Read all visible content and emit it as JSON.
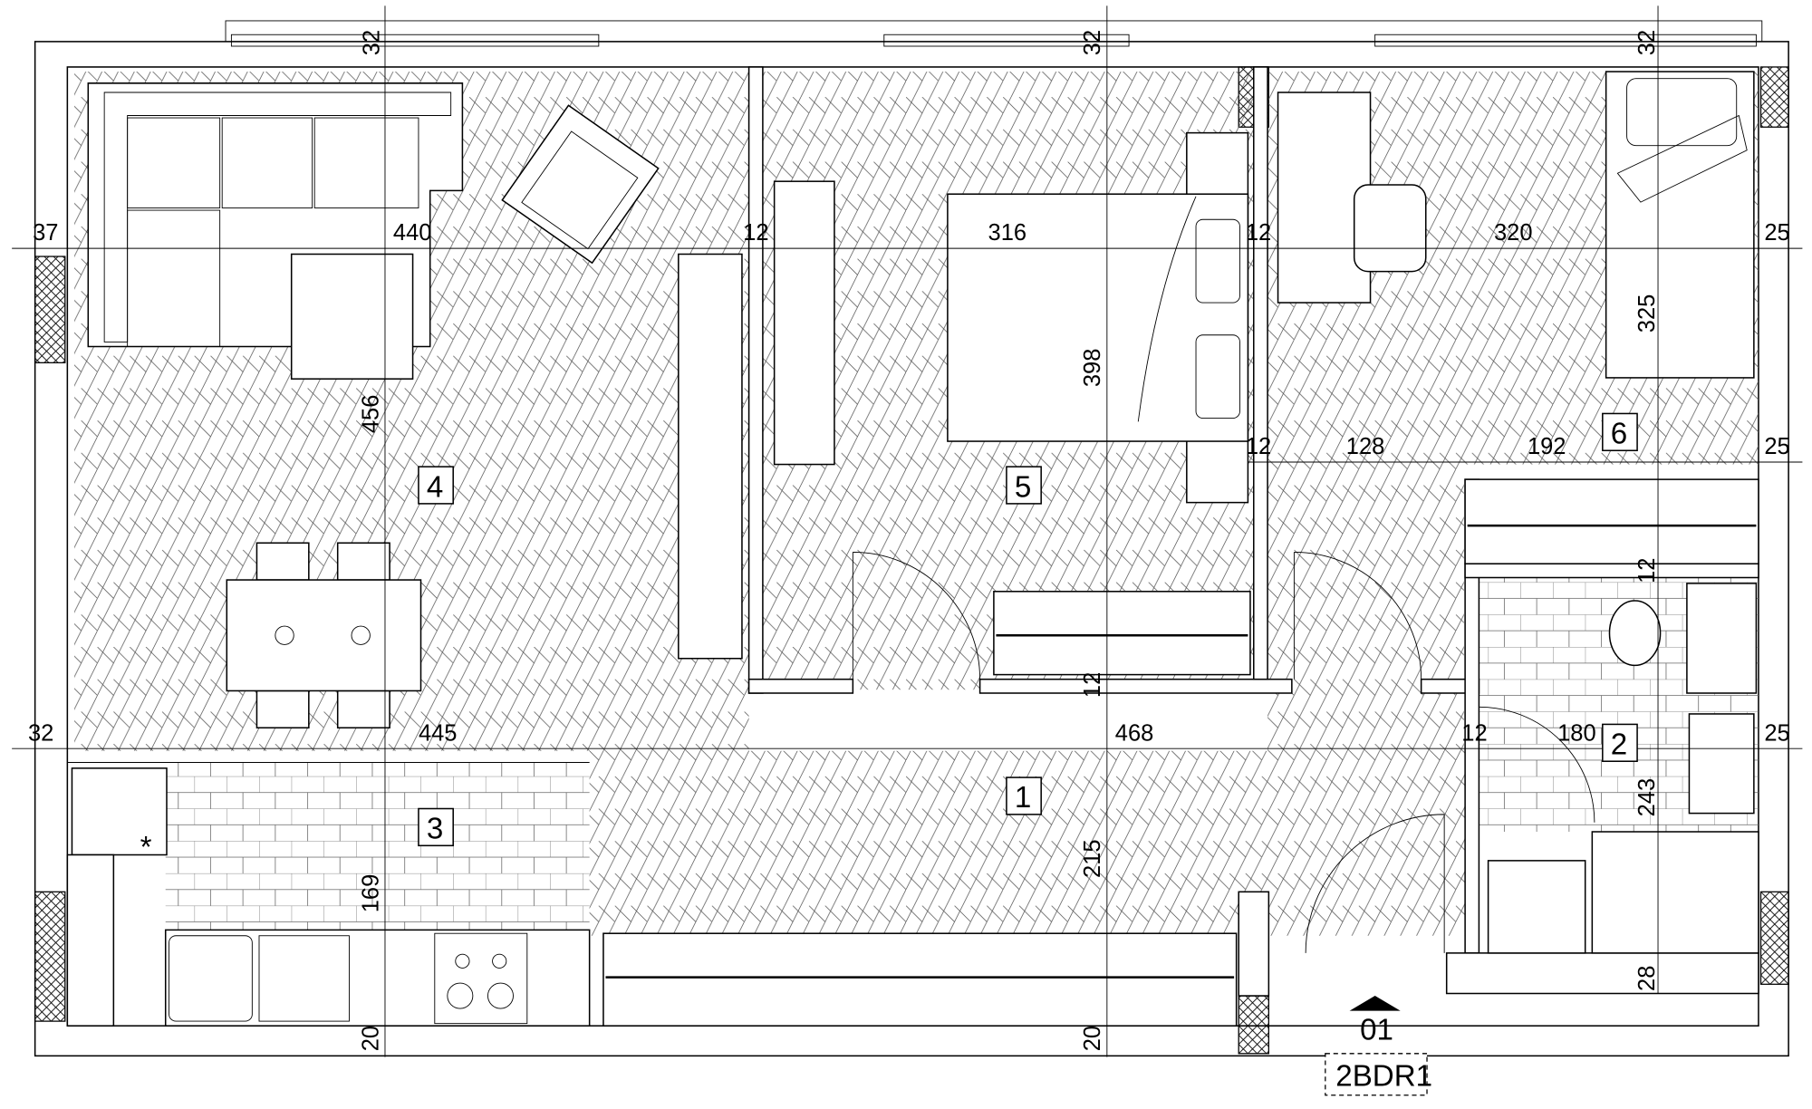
{
  "plan": {
    "code": "2BDR1",
    "entrance_label": "01",
    "colors": {
      "line": "#000000",
      "background": "#ffffff"
    }
  },
  "rooms": [
    {
      "number": "1"
    },
    {
      "number": "2"
    },
    {
      "number": "3"
    },
    {
      "number": "4"
    },
    {
      "number": "5"
    },
    {
      "number": "6"
    }
  ],
  "dimensions": {
    "top": [
      "32",
      "32",
      "32"
    ],
    "row1": [
      "37",
      "440",
      "12",
      "316",
      "12",
      "320",
      "25"
    ],
    "vertical_upper": [
      "456",
      "398",
      "325"
    ],
    "row2": [
      "12",
      "128",
      "192",
      "25"
    ],
    "vertical_mid": [
      "12",
      "12"
    ],
    "row3": [
      "32",
      "445",
      "468",
      "12",
      "180",
      "25"
    ],
    "vertical_lower": [
      "243",
      "215",
      "169",
      "28"
    ],
    "bottom": [
      "20",
      "20"
    ]
  },
  "kitchen_marker": "*"
}
